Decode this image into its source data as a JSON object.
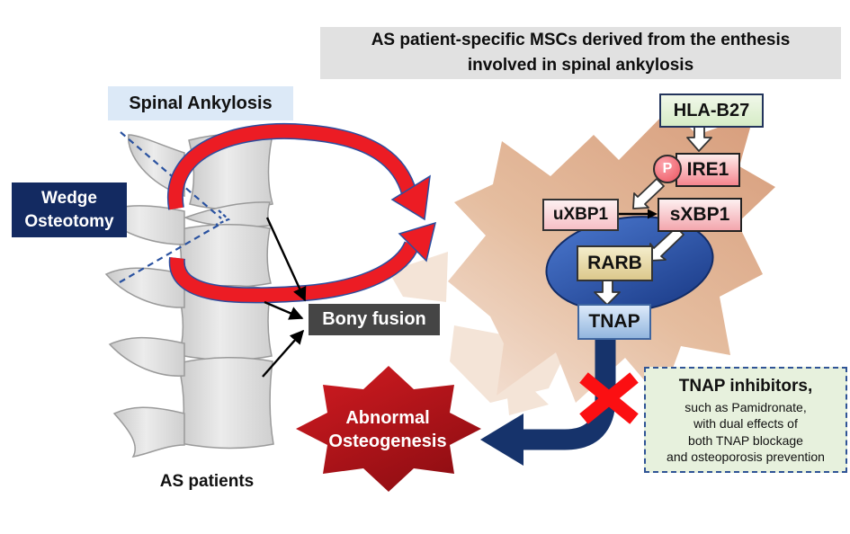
{
  "banner": {
    "text": "AS patient-specific MSCs derived from the enthesis\ninvolved in spinal ankylosis"
  },
  "left_panel": {
    "spinal_ankylosis_label": "Spinal Ankylosis",
    "wedge_osteotomy_label": "Wedge\nOsteotomy",
    "bony_fusion_label": "Bony fusion",
    "as_patients_label": "AS patients"
  },
  "pathway": {
    "hla_b27": "HLA-B27",
    "phospho_badge": "P",
    "ire1": "IRE1",
    "uxbp1": "uXBP1",
    "sxbp1": "sXBP1",
    "rarb": "RARB",
    "tnap": "TNAP"
  },
  "outcome": {
    "abnormal_osteogenesis_label": "Abnormal\nOsteogenesis"
  },
  "inhibitor_box": {
    "title": "TNAP inhibitors,",
    "body": "such as Pamidronate,\nwith dual effects of\nboth TNAP blockage\nand osteoporosis prevention"
  },
  "colors": {
    "banner_bg": "#e1e1e1",
    "spinal_label_bg": "#dce9f7",
    "navy": "#15306b",
    "red_arrow": "#ec1c24",
    "red_x": "#fb0f12",
    "star_red": "#a31116",
    "bony_fusion_bg": "#454545",
    "cell_tan": "#dcab8c",
    "nucleus_blue": "#2f55a5",
    "hla_green_bg": "#e2f0d9",
    "inhibitor_bg": "#e7f1dd",
    "tnap_blue": "#9dc3e6",
    "rarb_khaki": "#ddca92",
    "xbp_pink": "#f4979f",
    "bone_gray": "#d9d9d9"
  }
}
